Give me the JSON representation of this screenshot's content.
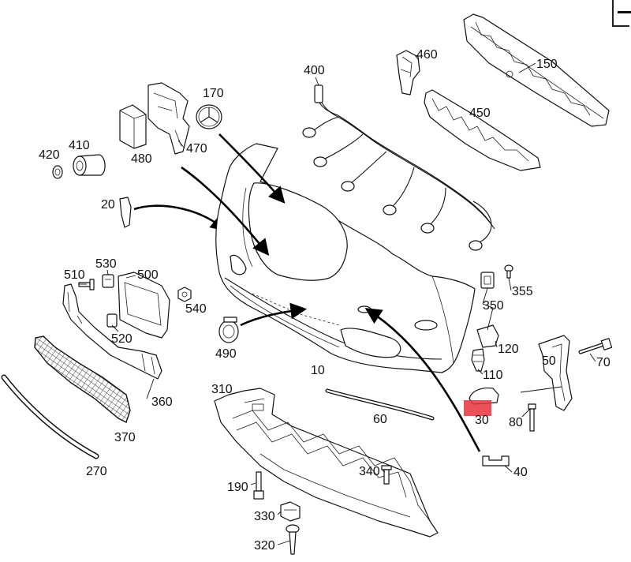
{
  "toolbar": {
    "zoom_out_icon": "minus-icon"
  },
  "callouts": [
    "150",
    "460",
    "400",
    "170",
    "450",
    "470",
    "410",
    "420",
    "480",
    "20",
    "510",
    "530",
    "500",
    "355",
    "540",
    "350",
    "520",
    "490",
    "120",
    "10",
    "50",
    "70",
    "110",
    "310",
    "360",
    "60",
    "30",
    "80",
    "370",
    "270",
    "340",
    "40",
    "190",
    "330",
    "320"
  ],
  "colors": {
    "line": "#111111",
    "background": "#ffffff",
    "highlight": "#e8323c"
  }
}
